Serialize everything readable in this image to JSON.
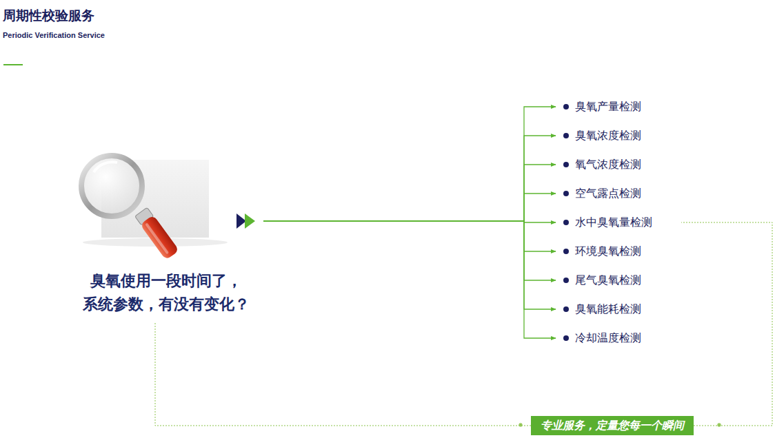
{
  "diagram": {
    "title": "周期性校验服务",
    "nodes": [
      {
        "text": [
          "臭氧使用一段时间了， 系统参数，有没有变化？"
        ]
      },
      {
        "text": [
          "臭氧产量检测"
        ]
      },
      {
        "text": [
          "臭氧浓度检测"
        ]
      },
      {
        "text": [
          "氧气浓度检测"
        ]
      },
      {
        "text": [
          "空气露点检测"
        ]
      },
      {
        "text": [
          "水中臭氧量检测"
        ]
      },
      {
        "text": [
          "环境臭氧检测"
        ]
      },
      {
        "text": [
          "尾气臭氧检测"
        ]
      },
      {
        "text": [
          "臭氧能耗检测"
        ]
      },
      {
        "text": [
          "冷却温度检测"
        ]
      },
      {
        "text": [
          "专业服务，定量您每一个瞬间"
        ]
      }
    ],
    "edges": [
      {
        "from": 0,
        "to": 1,
        "arrow": "to"
      },
      {
        "from": 0,
        "to": 2,
        "arrow": "to"
      },
      {
        "from": 0,
        "to": 3,
        "arrow": "to"
      },
      {
        "from": 0,
        "to": 4,
        "arrow": "to"
      },
      {
        "from": 0,
        "to": 5,
        "arrow": "to"
      },
      {
        "from": 0,
        "to": 6,
        "arrow": "to"
      },
      {
        "from": 0,
        "to": 7,
        "arrow": "to"
      },
      {
        "from": 0,
        "to": 8,
        "arrow": "to"
      },
      {
        "from": 0,
        "to": 9,
        "arrow": "to"
      },
      {
        "from": 0,
        "to": 10,
        "arrow": "none"
      },
      {
        "from": 10,
        "to": 5,
        "arrow": "none"
      }
    ],
    "labels": [
      "Periodic Verification Service"
    ]
  }
}
